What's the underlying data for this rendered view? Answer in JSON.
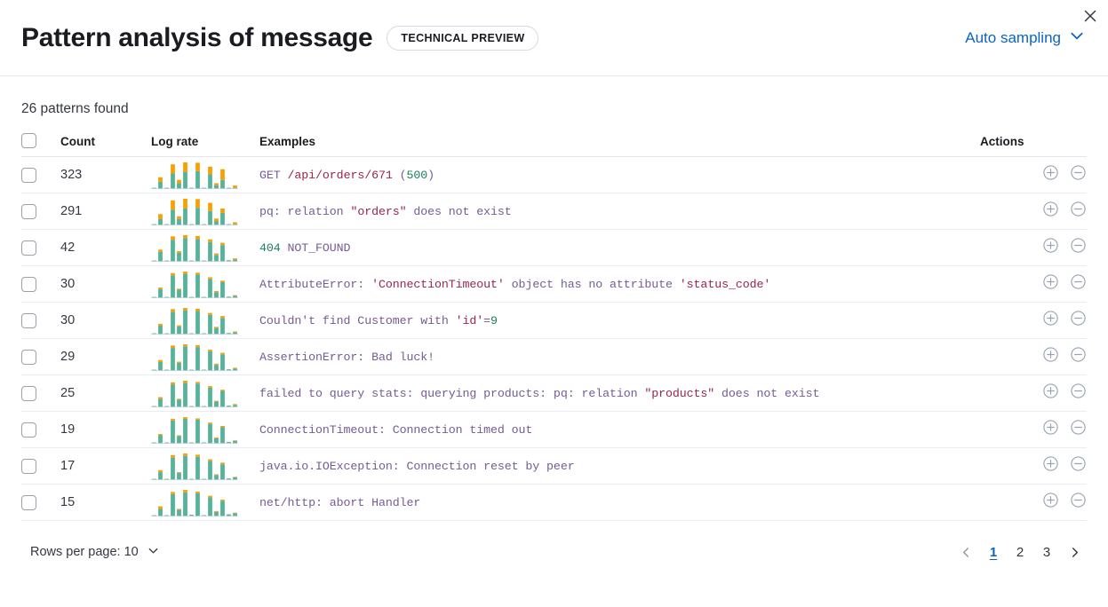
{
  "header": {
    "title": "Pattern analysis of message",
    "badge": "TECHNICAL PREVIEW",
    "sampling_label": "Auto sampling",
    "close_icon": "close-icon",
    "chevron_icon": "chevron-down-icon"
  },
  "summary": {
    "patterns_found": "26 patterns found"
  },
  "table": {
    "columns": {
      "count": "Count",
      "log_rate": "Log rate",
      "examples": "Examples",
      "actions": "Actions"
    },
    "colors": {
      "bar_primary": "#54b399",
      "bar_secondary": "#f8a000",
      "token_keyword": "#765b96",
      "token_string": "#9c2447",
      "token_number": "#1a7f5a",
      "link": "#0b64c0"
    },
    "rows": [
      {
        "count": "323",
        "example_plain": "GET /api/orders/671 (500)",
        "tokens": [
          {
            "t": "GET ",
            "c": "kw"
          },
          {
            "t": "/api/orders/671",
            "c": "str"
          },
          {
            "t": " (",
            "c": "kw"
          },
          {
            "t": "500",
            "c": "num"
          },
          {
            "t": ")",
            "c": "kw"
          }
        ],
        "sparkline": {
          "primary": [
            1,
            22,
            2,
            48,
            18,
            52,
            3,
            55,
            1,
            45,
            12,
            28,
            2,
            3
          ],
          "secondary": [
            0,
            14,
            0,
            28,
            10,
            30,
            0,
            26,
            0,
            24,
            6,
            33,
            0,
            7
          ]
        }
      },
      {
        "count": "291",
        "example_plain": "pq: relation \"orders\" does not exist",
        "tokens": [
          {
            "t": "pq: relation ",
            "c": "kw"
          },
          {
            "t": "\"orders\"",
            "c": "str"
          },
          {
            "t": " does not exist",
            "c": "kw"
          }
        ],
        "sparkline": {
          "primary": [
            1,
            20,
            3,
            50,
            20,
            54,
            2,
            56,
            2,
            46,
            14,
            40,
            3,
            4
          ],
          "secondary": [
            0,
            16,
            0,
            30,
            9,
            31,
            0,
            28,
            0,
            26,
            8,
            14,
            0,
            6
          ]
        }
      },
      {
        "count": "42",
        "example_plain": "404 NOT_FOUND",
        "tokens": [
          {
            "t": "404",
            "c": "num"
          },
          {
            "t": " NOT_FOUND",
            "c": "kw"
          }
        ],
        "sparkline": {
          "primary": [
            1,
            26,
            3,
            58,
            24,
            62,
            3,
            60,
            2,
            52,
            18,
            44,
            4,
            6
          ],
          "secondary": [
            0,
            6,
            0,
            9,
            4,
            8,
            0,
            8,
            0,
            7,
            4,
            6,
            0,
            3
          ]
        }
      },
      {
        "count": "30",
        "example_plain": "AttributeError: 'ConnectionTimeout' object has no attribute 'status_code'",
        "tokens": [
          {
            "t": "AttributeError: ",
            "c": "kw"
          },
          {
            "t": "'ConnectionTimeout'",
            "c": "str"
          },
          {
            "t": " object has no attribute ",
            "c": "kw"
          },
          {
            "t": "'status_code'",
            "c": "str"
          }
        ],
        "sparkline": {
          "primary": [
            1,
            24,
            3,
            60,
            22,
            64,
            3,
            62,
            2,
            50,
            16,
            42,
            4,
            6
          ],
          "secondary": [
            0,
            4,
            0,
            6,
            3,
            6,
            0,
            5,
            0,
            5,
            3,
            4,
            0,
            2
          ]
        }
      },
      {
        "count": "30",
        "example_plain": "Couldn't find Customer with 'id'=9",
        "tokens": [
          {
            "t": "Couldn't find Customer with ",
            "c": "kw"
          },
          {
            "t": "'id'",
            "c": "str"
          },
          {
            "t": "=",
            "c": "kw"
          },
          {
            "t": "9",
            "c": "num"
          }
        ],
        "sparkline": {
          "primary": [
            1,
            23,
            3,
            59,
            21,
            63,
            3,
            61,
            2,
            51,
            17,
            43,
            4,
            6
          ],
          "secondary": [
            0,
            5,
            0,
            7,
            3,
            6,
            0,
            6,
            0,
            5,
            3,
            5,
            0,
            2
          ]
        }
      },
      {
        "count": "29",
        "example_plain": "AssertionError: Bad luck!",
        "tokens": [
          {
            "t": "AssertionError: Bad luck!",
            "c": "kw"
          }
        ],
        "sparkline": {
          "primary": [
            1,
            22,
            3,
            57,
            20,
            61,
            3,
            59,
            2,
            49,
            15,
            41,
            4,
            6
          ],
          "secondary": [
            0,
            5,
            0,
            6,
            3,
            5,
            0,
            5,
            0,
            4,
            3,
            4,
            0,
            2
          ]
        }
      },
      {
        "count": "25",
        "example_plain": "failed to query stats: querying products: pq: relation \"products\" does not exist",
        "tokens": [
          {
            "t": "failed to query stats: querying products: pq: relation ",
            "c": "kw"
          },
          {
            "t": "\"products\"",
            "c": "str"
          },
          {
            "t": " does not exist",
            "c": "kw"
          }
        ],
        "sparkline": {
          "primary": [
            1,
            21,
            3,
            56,
            19,
            60,
            3,
            58,
            2,
            48,
            14,
            40,
            4,
            6
          ],
          "secondary": [
            0,
            4,
            0,
            5,
            2,
            5,
            0,
            4,
            0,
            4,
            2,
            3,
            0,
            2
          ]
        }
      },
      {
        "count": "19",
        "example_plain": "ConnectionTimeout: Connection timed out",
        "tokens": [
          {
            "t": "ConnectionTimeout: Connection timed out",
            "c": "kw"
          }
        ],
        "sparkline": {
          "primary": [
            2,
            20,
            3,
            55,
            18,
            59,
            3,
            57,
            2,
            47,
            13,
            39,
            4,
            7
          ],
          "secondary": [
            0,
            3,
            0,
            4,
            2,
            4,
            0,
            3,
            0,
            3,
            2,
            3,
            0,
            1
          ]
        }
      },
      {
        "count": "17",
        "example_plain": "java.io.IOException: Connection reset by peer",
        "tokens": [
          {
            "t": "java.io.IOException: Connection reset by peer",
            "c": "kw"
          }
        ],
        "sparkline": {
          "primary": [
            2,
            19,
            3,
            54,
            17,
            58,
            3,
            56,
            2,
            46,
            12,
            38,
            4,
            7
          ],
          "secondary": [
            0,
            5,
            0,
            6,
            2,
            6,
            0,
            5,
            0,
            4,
            2,
            4,
            0,
            1
          ]
        }
      },
      {
        "count": "15",
        "example_plain": "net/http: abort Handler",
        "tokens": [
          {
            "t": "net/http: abort Handler",
            "c": "kw"
          }
        ],
        "sparkline": {
          "primary": [
            2,
            18,
            3,
            53,
            16,
            57,
            4,
            55,
            3,
            45,
            11,
            37,
            5,
            8
          ],
          "secondary": [
            0,
            6,
            0,
            5,
            2,
            6,
            0,
            4,
            0,
            4,
            2,
            3,
            0,
            1
          ]
        }
      }
    ]
  },
  "footer": {
    "rows_per_page": "Rows per page: 10",
    "pages": [
      "1",
      "2",
      "3"
    ],
    "active_page": "1",
    "prev_icon": "chevron-left-icon",
    "next_icon": "chevron-right-icon"
  }
}
